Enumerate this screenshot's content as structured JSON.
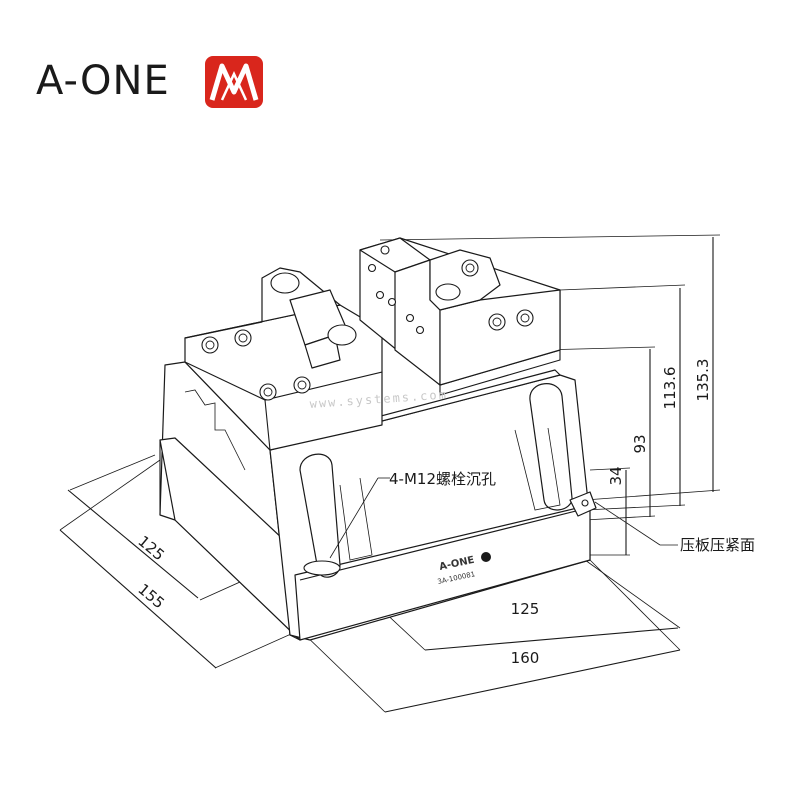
{
  "brand": {
    "name": "A-ONE",
    "logo_color": "#d9261c",
    "product_badge_text": "A-ONE",
    "model_code": "3A-100081"
  },
  "watermark": "www.systems.com",
  "callouts": {
    "mounting_holes": "4-M12螺栓沉孔",
    "clamp_face": "压板压紧面"
  },
  "dimensions": {
    "depth_inner": "125",
    "depth_outer": "155",
    "width_inner": "125",
    "width_outer": "160",
    "height_clamp": "34",
    "height_body": "93",
    "height_mid": "113.6",
    "height_total": "135.3"
  },
  "colors": {
    "line": "#1a1a1a",
    "background": "#ffffff"
  }
}
